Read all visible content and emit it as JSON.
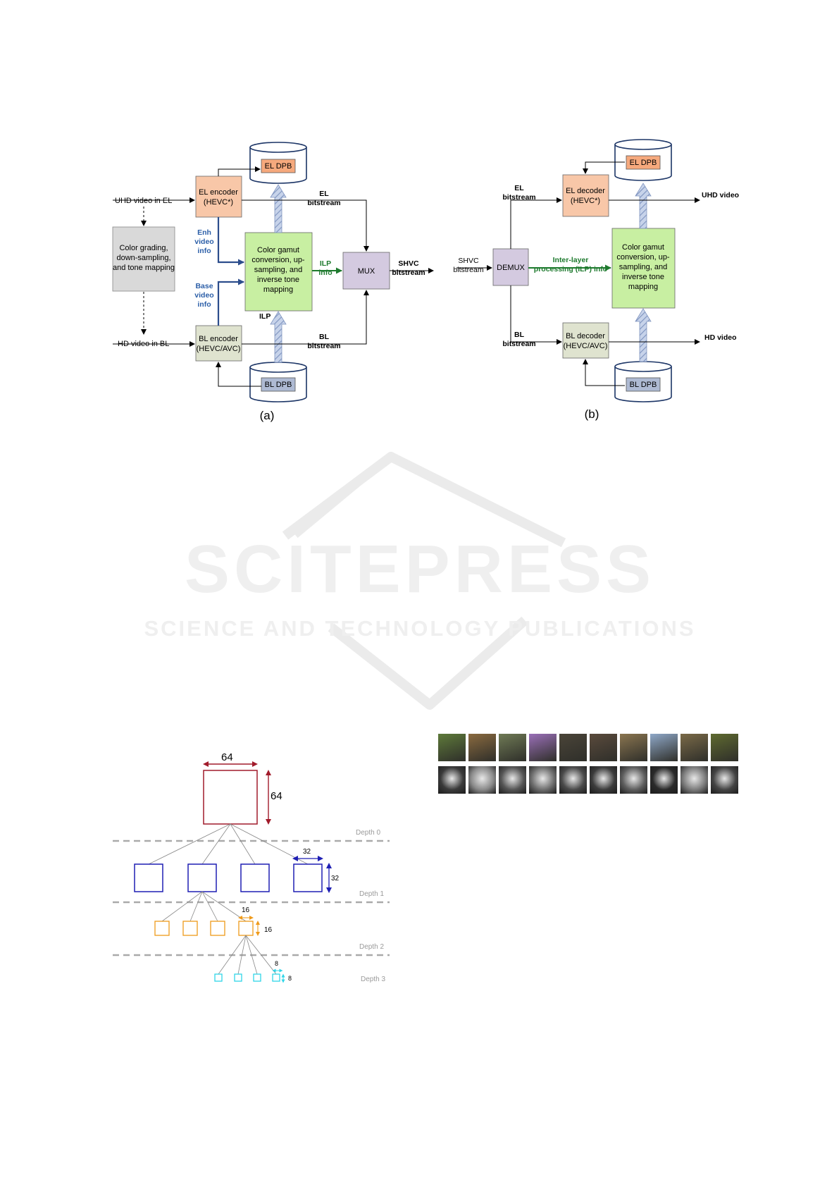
{
  "figure_a": {
    "el_dpb": "EL DPB",
    "bl_dpb": "BL DPB",
    "el_encoder": [
      "EL encoder",
      "(HEVC*)"
    ],
    "bl_encoder": [
      "BL encoder",
      "(HEVC/AVC)"
    ],
    "uhd_input": "UHD video in EL",
    "hd_input": "HD video in BL",
    "grading": [
      "Color grading,",
      "down-sampling,",
      "and tone mapping"
    ],
    "gamut": [
      "Color gamut",
      "conversion, up-",
      "sampling, and",
      "inverse tone",
      "mapping"
    ],
    "enh_info": [
      "Enh",
      "video",
      "info"
    ],
    "base_info": [
      "Base",
      "video",
      "info"
    ],
    "ilp": "ILP",
    "ilp_info": [
      "ILP",
      "info"
    ],
    "mux": "MUX",
    "el_bitstream": [
      "EL",
      "bitstream"
    ],
    "bl_bitstream": [
      "BL",
      "bitstream"
    ],
    "shvc_out": [
      "SHVC",
      "bitstream"
    ],
    "caption": "(a)"
  },
  "figure_b": {
    "el_dpb": "EL DPB",
    "bl_dpb": "BL DPB",
    "el_decoder": [
      "EL decoder",
      "(HEVC*)"
    ],
    "bl_decoder": [
      "BL decoder",
      "(HEVC/AVC)"
    ],
    "demux": "DEMUX",
    "shvc_in": [
      "SHVC",
      "bitstream"
    ],
    "el_bitstream": [
      "EL",
      "bitstream"
    ],
    "bl_bitstream": [
      "BL",
      "bitstream"
    ],
    "ilp_info": [
      "Inter-layer",
      "processing (ILP) info"
    ],
    "gamut": [
      "Color gamut",
      "conversion, up-",
      "sampling, and",
      "inverse tone",
      "mapping"
    ],
    "uhd_out": "UHD video",
    "hd_out": "HD video",
    "caption": "(b)"
  },
  "watermark": {
    "main": "SCITEPRESS",
    "sub": "SCIENCE AND TECHNOLOGY PUBLICATIONS"
  },
  "quadtree": {
    "size64_w": "64",
    "size64_h": "64",
    "size32_w": "32",
    "size32_h": "32",
    "size16_w": "16",
    "size16_h": "16",
    "size8_w": "8",
    "size8_h": "8",
    "depth0": "Depth 0",
    "depth1": "Depth 1",
    "depth2": "Depth 2",
    "depth3": "Depth 3"
  },
  "thumbnails": {
    "colors_top": [
      "#5e7a3a",
      "#8a6a3f",
      "#6f7a55",
      "#9a6fb8",
      "#4a4438",
      "#5a4a3c",
      "#8a7550",
      "#8fa8c8",
      "#7a6a48",
      "#5f6a30"
    ],
    "colors_bottom": [
      "#3a3a3a",
      "#8a8a8a",
      "#555555",
      "#6e6e6e",
      "#4a4a4a",
      "#3c3c3c",
      "#5e5e5e",
      "#2a2a2a",
      "#7c7c7c",
      "#444444"
    ]
  },
  "colors": {
    "encoder": "#f8c7a8",
    "dpb_inner": "#f6a97d",
    "bl_box": "#dfe3cf",
    "gamut": "#c8efa2",
    "mux": "#d4cae0",
    "grading": "#d9d9d9",
    "bl_dpb_inner": "#aebad3",
    "depth0": "#a11b2b",
    "depth1": "#1f1fb4",
    "depth2": "#ef9a1a",
    "depth3": "#2fd6e8"
  }
}
